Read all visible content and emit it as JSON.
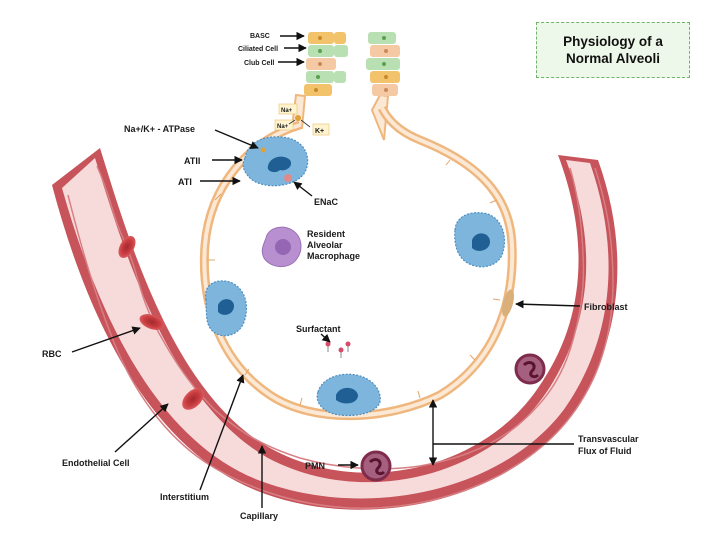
{
  "title": {
    "line1": "Physiology of a",
    "line2": "Normal Alveoli"
  },
  "labels": {
    "basc": "BASC",
    "ciliated_cell": "Ciliated Cell",
    "club_cell": "Club Cell",
    "na_plus_1": "Na+",
    "na_plus_2": "Na+",
    "k_plus": "K+",
    "na_k_atpase": "Na+/K+ - ATPase",
    "atii": "ATII",
    "ati": "ATI",
    "enac": "ENaC",
    "resident_line1": "Resident",
    "resident_line2": "Alveolar",
    "resident_line3": "Macrophage",
    "fibroblast": "Fibroblast",
    "surfactant": "Surfactant",
    "rbc": "RBC",
    "endothelial_cell": "Endothelial Cell",
    "pmn": "PMN",
    "transvascular_line1": "Transvascular",
    "transvascular_line2": "Flux of Fluid",
    "interstitium": "Interstitium",
    "capillary": "Capillary"
  },
  "colors": {
    "vessel_outer": "#c6545a",
    "vessel_inner": "#f7dbdb",
    "alveolar_wall": "#efb77e",
    "alveolar_fill": "#fbe9d6",
    "epithelial_cell": "#7db5dd",
    "nucleus": "#1f5f93",
    "macrophage": "#b890cf",
    "rbc": "#c83b3f",
    "pmn": "#7f2b4c",
    "title_border": "#6fb46a",
    "title_bg": "#eef8ea"
  }
}
